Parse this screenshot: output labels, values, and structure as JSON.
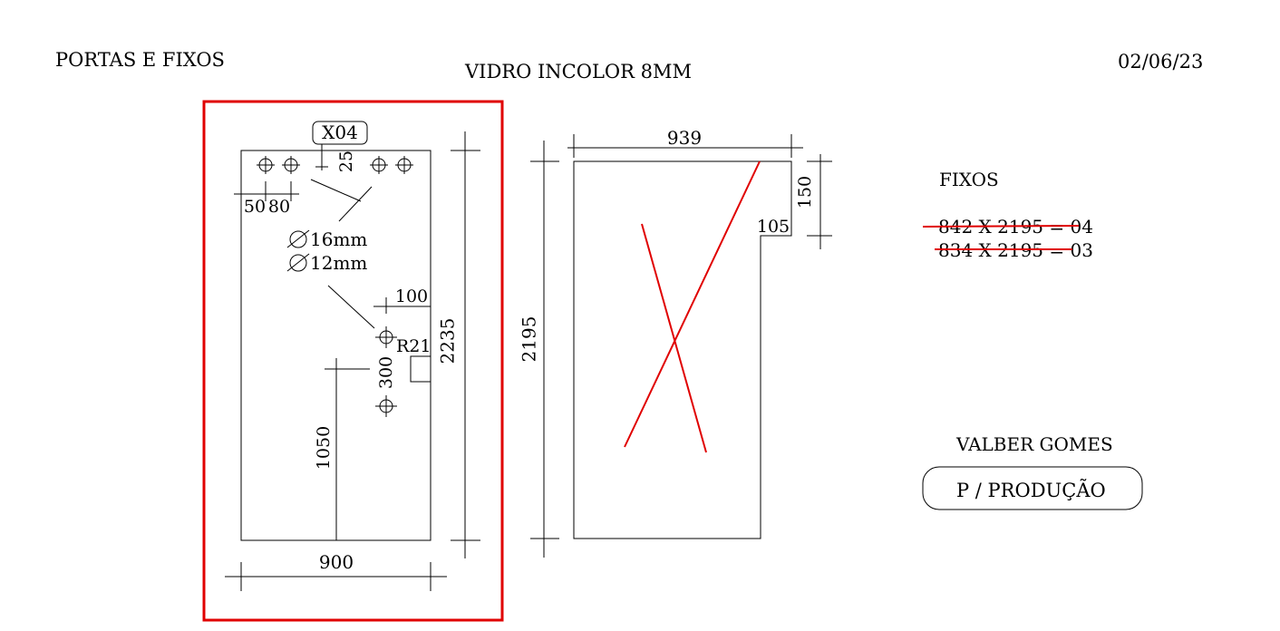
{
  "header": {
    "left": "PORTAS E FIXOS",
    "center": "VIDRO INCOLOR 8MM",
    "date": "02/06/23"
  },
  "door": {
    "tag": "X04",
    "dim_top_offset": "25",
    "dim_hole1": "50",
    "dim_hole2": "80",
    "hole_large": "16mm",
    "hole_small": "12mm",
    "dim_lock_offset": "100",
    "radius": "R21",
    "dim_lock_spacing": "300",
    "dim_height": "2235",
    "dim_handle_height": "1050",
    "dim_width": "900"
  },
  "fixed_panel": {
    "dim_width": "939",
    "dim_notch_height": "150",
    "dim_notch_width": "105",
    "dim_height": "2195"
  },
  "notes": {
    "title": "FIXOS",
    "items": [
      "842 X 2195 = 04",
      "834 X 2195 = 03"
    ],
    "items_crossed_out": true
  },
  "author": "VALBER GOMES",
  "status": "P / PRODUÇÃO",
  "colors": {
    "highlight": "#e00000",
    "line": "#000000"
  }
}
